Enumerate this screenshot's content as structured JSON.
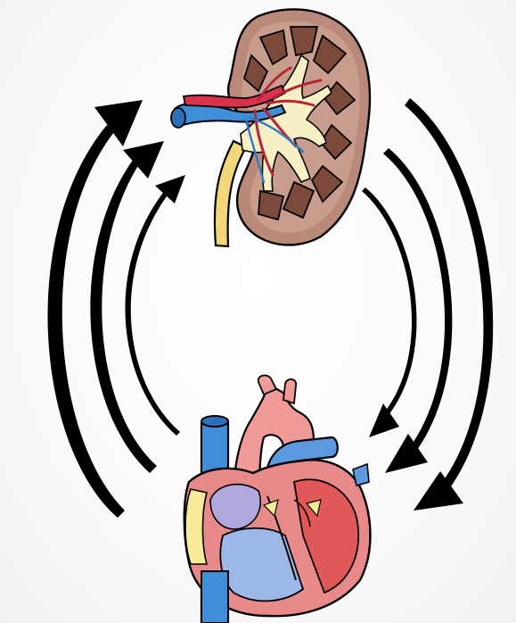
{
  "diagram": {
    "elements": [
      {
        "name": "kidney",
        "icon": "kidney-cross-section-icon"
      },
      {
        "name": "heart",
        "icon": "heart-cross-section-icon"
      },
      {
        "name": "left-arrows",
        "direction": "heart-to-kidney",
        "count": 3
      },
      {
        "name": "right-arrows",
        "direction": "kidney-to-heart",
        "count": 3
      }
    ],
    "colors": {
      "kidney_cortex": "#b98a7a",
      "kidney_medulla": "#7b4a3a",
      "kidney_pelvis": "#f6f0c4",
      "artery": "#d9324a",
      "vein": "#3f8fd8",
      "ureter": "#f1d77a",
      "heart_wall": "#e88a8a",
      "heart_chamber_blue": "#9db8e8",
      "heart_chamber_red": "#e05858",
      "aorta": "#f19a9a",
      "fat_yellow": "#f7eb9a",
      "arrow": "#000000"
    }
  }
}
